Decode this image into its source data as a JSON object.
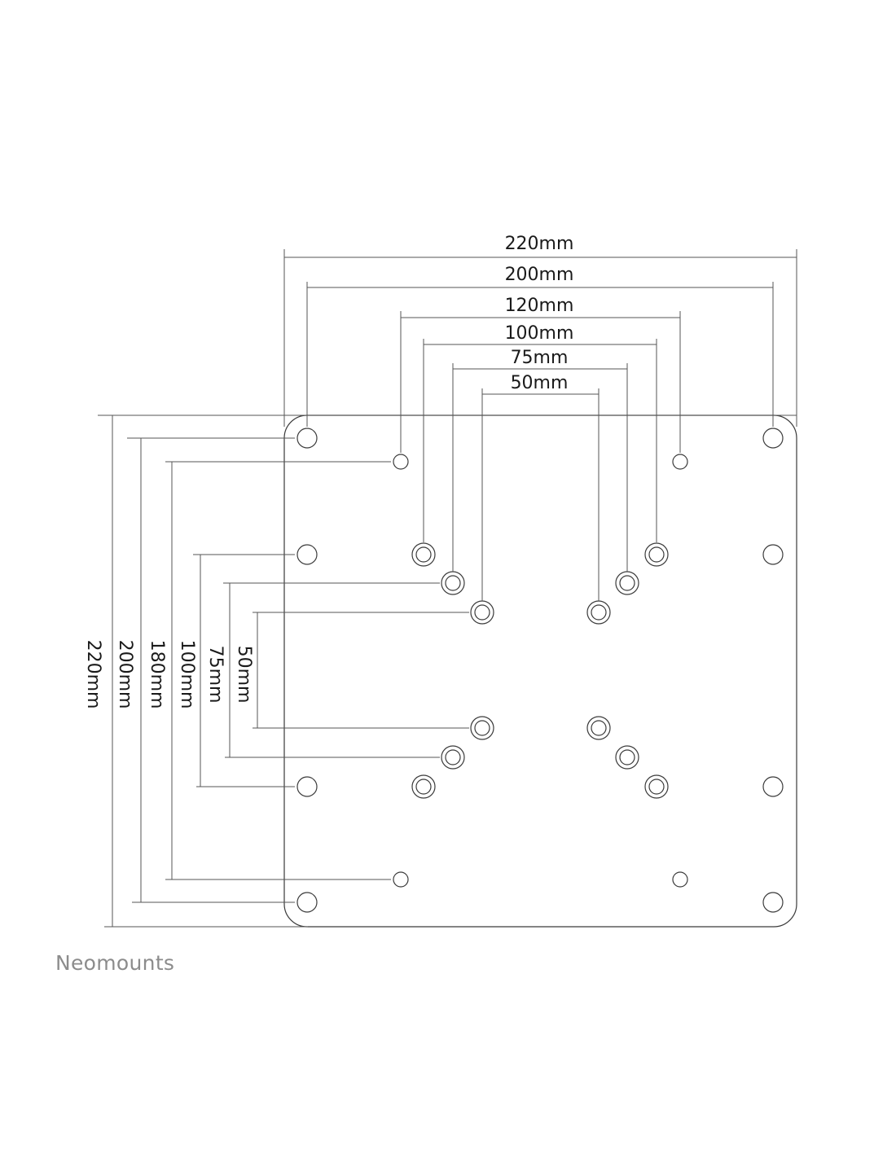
{
  "brand": "Neomounts",
  "colors": {
    "line": "#3a3a3a",
    "text": "#1a1a1a",
    "brand": "#8c8c8c"
  },
  "horizontal_dimensions": [
    {
      "label": "220mm"
    },
    {
      "label": "200mm"
    },
    {
      "label": "120mm"
    },
    {
      "label": "100mm"
    },
    {
      "label": "75mm"
    },
    {
      "label": "50mm"
    }
  ],
  "vertical_dimensions": [
    {
      "label": "220mm"
    },
    {
      "label": "200mm"
    },
    {
      "label": "180mm"
    },
    {
      "label": "100mm"
    },
    {
      "label": "75mm"
    },
    {
      "label": "50mm"
    }
  ]
}
